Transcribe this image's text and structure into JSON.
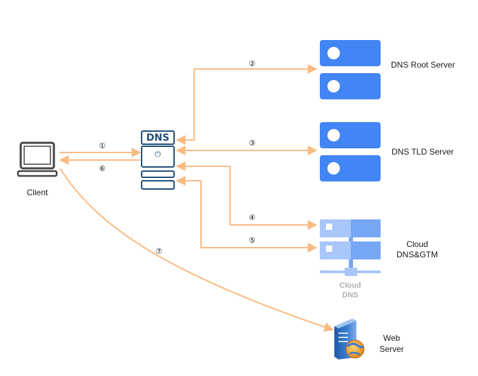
{
  "nodes": {
    "client": {
      "label": "Client",
      "icon": "computer-monitor-icon"
    },
    "local_dns": {
      "badge": "DNS",
      "icon": "dns-server-icon",
      "power_glyph": "⏻"
    },
    "root_server": {
      "label": "DNS Root Server",
      "icon": "server-rack-icon"
    },
    "tld_server": {
      "label": "DNS TLD Server",
      "icon": "server-rack-icon"
    },
    "cloud_dns": {
      "label_line1": "Cloud",
      "label_line2": "DNS&GTM",
      "icon_caption_line1": "Cloud",
      "icon_caption_line2": "DNS",
      "icon": "cloud-dns-icon"
    },
    "web_server": {
      "label_line1": "Web",
      "label_line2": "Server",
      "icon": "web-server-globe-icon"
    }
  },
  "steps": [
    "①",
    "②",
    "③",
    "④",
    "⑤",
    "⑥",
    "⑦"
  ],
  "colors": {
    "arrow": "#f9bb83",
    "server_blue": "#4285f4",
    "cloud_blue": "#76a7f5",
    "cloud_light": "#a8c7f8",
    "dns_outline": "#1f4e79",
    "monitor": "#444444"
  }
}
